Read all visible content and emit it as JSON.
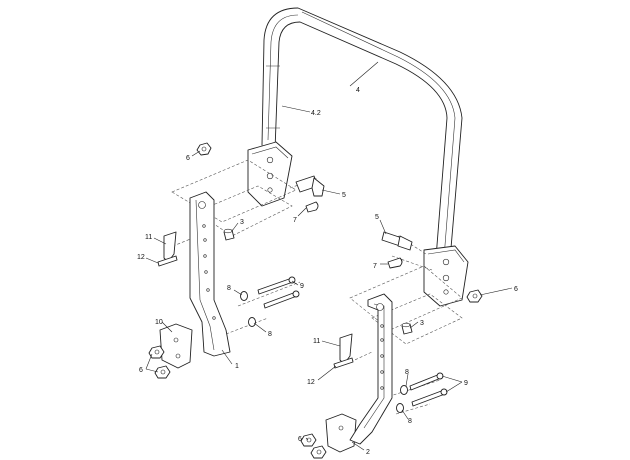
{
  "callouts": {
    "c4": "4",
    "c4_2": "4.2",
    "c6_left_top": "6",
    "c5_left": "5",
    "c7_left": "7",
    "c3_left": "3",
    "c11_left": "11",
    "c12_left": "12",
    "c8_left_a": "8",
    "c9_left": "9",
    "c8_left_b": "8",
    "c10_left": "10",
    "c6_left_bottom": "6",
    "c1": "1",
    "c5_right": "5",
    "c7_right": "7",
    "c6_right_top": "6",
    "c3_right": "3",
    "c11_right": "11",
    "c12_right": "12",
    "c8_right_a": "8",
    "c9_right": "9",
    "c8_right_b": "8",
    "c6_right_bottom": "6",
    "c2": "2"
  }
}
